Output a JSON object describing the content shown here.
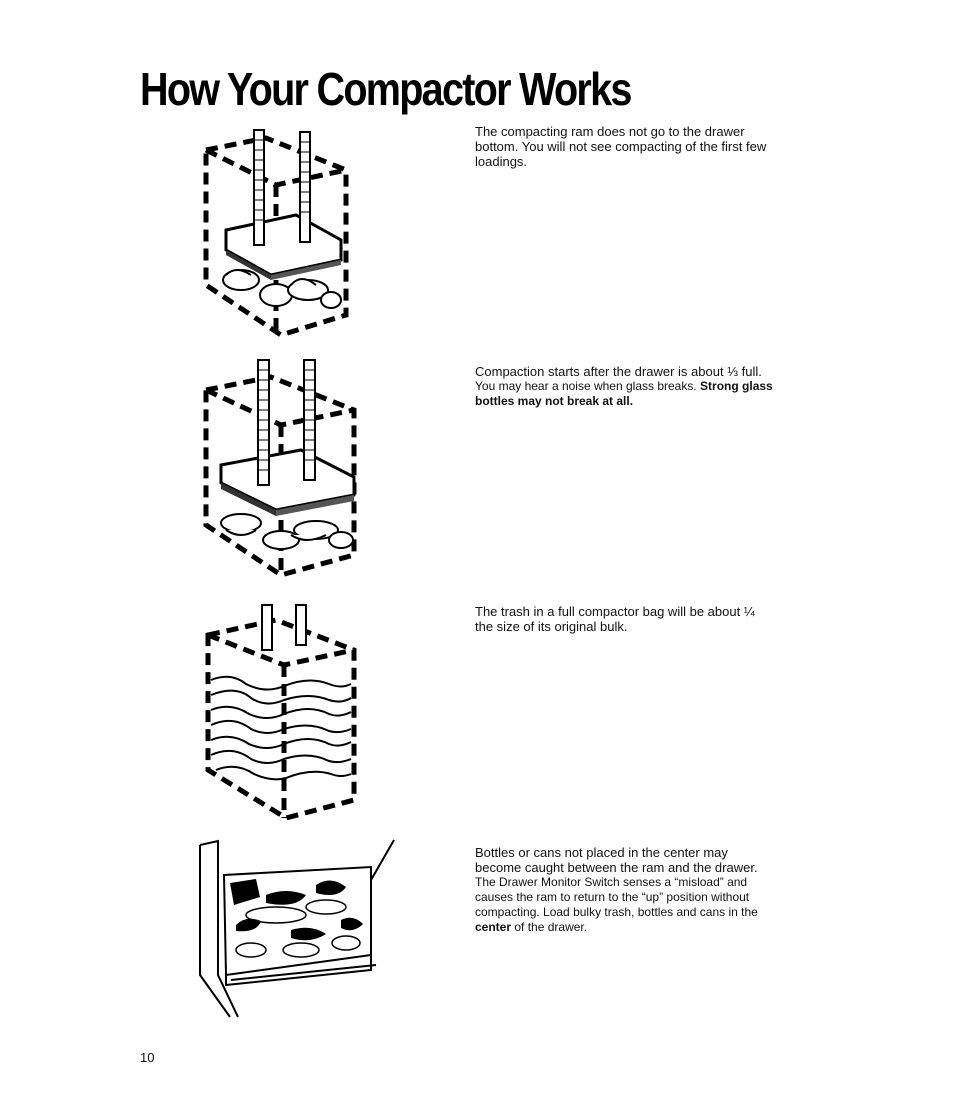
{
  "page": {
    "title": "How Your Compactor Works",
    "page_number": "10"
  },
  "sections": [
    {
      "illustration": "compactor-ram-empty-icon",
      "text_1": "The compacting ram does not go to the drawer bottom. You will not see compacting of the first few loadings."
    },
    {
      "illustration": "compactor-ram-one-third-icon",
      "text_1": "Compaction starts after the drawer is about ⅓ full.",
      "text_2": "You may hear a noise when glass breaks.",
      "text_2_bold": "Strong glass bottles may not break at all."
    },
    {
      "illustration": "compactor-full-bag-icon",
      "text_1": "The trash in a full compactor bag will be about ¼ the size of its original bulk."
    },
    {
      "illustration": "open-drawer-trash-icon",
      "text_1": "Bottles or cans not placed in the center may become caught between the ram and the drawer.",
      "text_2": "The Drawer Monitor Switch senses a “misload” and causes the ram to return to the “up” position without compacting. Load bulky trash, bottles and cans in the",
      "text_2_bold": "center",
      "text_2_end": "of the drawer."
    }
  ]
}
